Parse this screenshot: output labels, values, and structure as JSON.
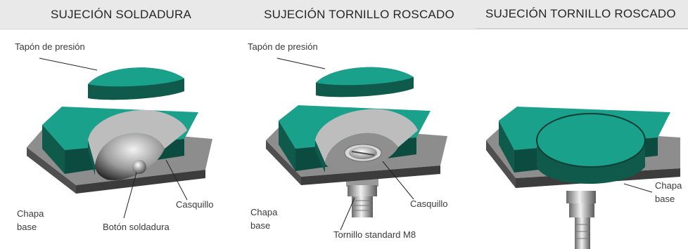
{
  "panels": [
    {
      "title": "SUJECIÓN SOLDADURA",
      "labels": {
        "cap": "Tapón de presión",
        "plate_line1": "Chapa",
        "plate_line2": "base",
        "sleeve": "Casquillo",
        "button": "Botón soldadura"
      }
    },
    {
      "title": "SUJECIÓN TORNILLO ROSCADO",
      "labels": {
        "cap": "Tapón de presión",
        "plate_line1": "Chapa",
        "plate_line2": "base",
        "sleeve": "Casquillo",
        "screw": "Tornillo standard M8"
      }
    },
    {
      "title": "SUJECIÓN TORNILLO ROSCADO",
      "labels": {
        "plate_line1": "Chapa",
        "plate_line2": "base"
      }
    }
  ],
  "colors": {
    "teal_top": "#1aa18c",
    "teal_side": "#0f5a4b",
    "plate_top": "#8d8d8d",
    "plate_side": "#4f4f4f",
    "header_bg": "#e9e9e9"
  }
}
